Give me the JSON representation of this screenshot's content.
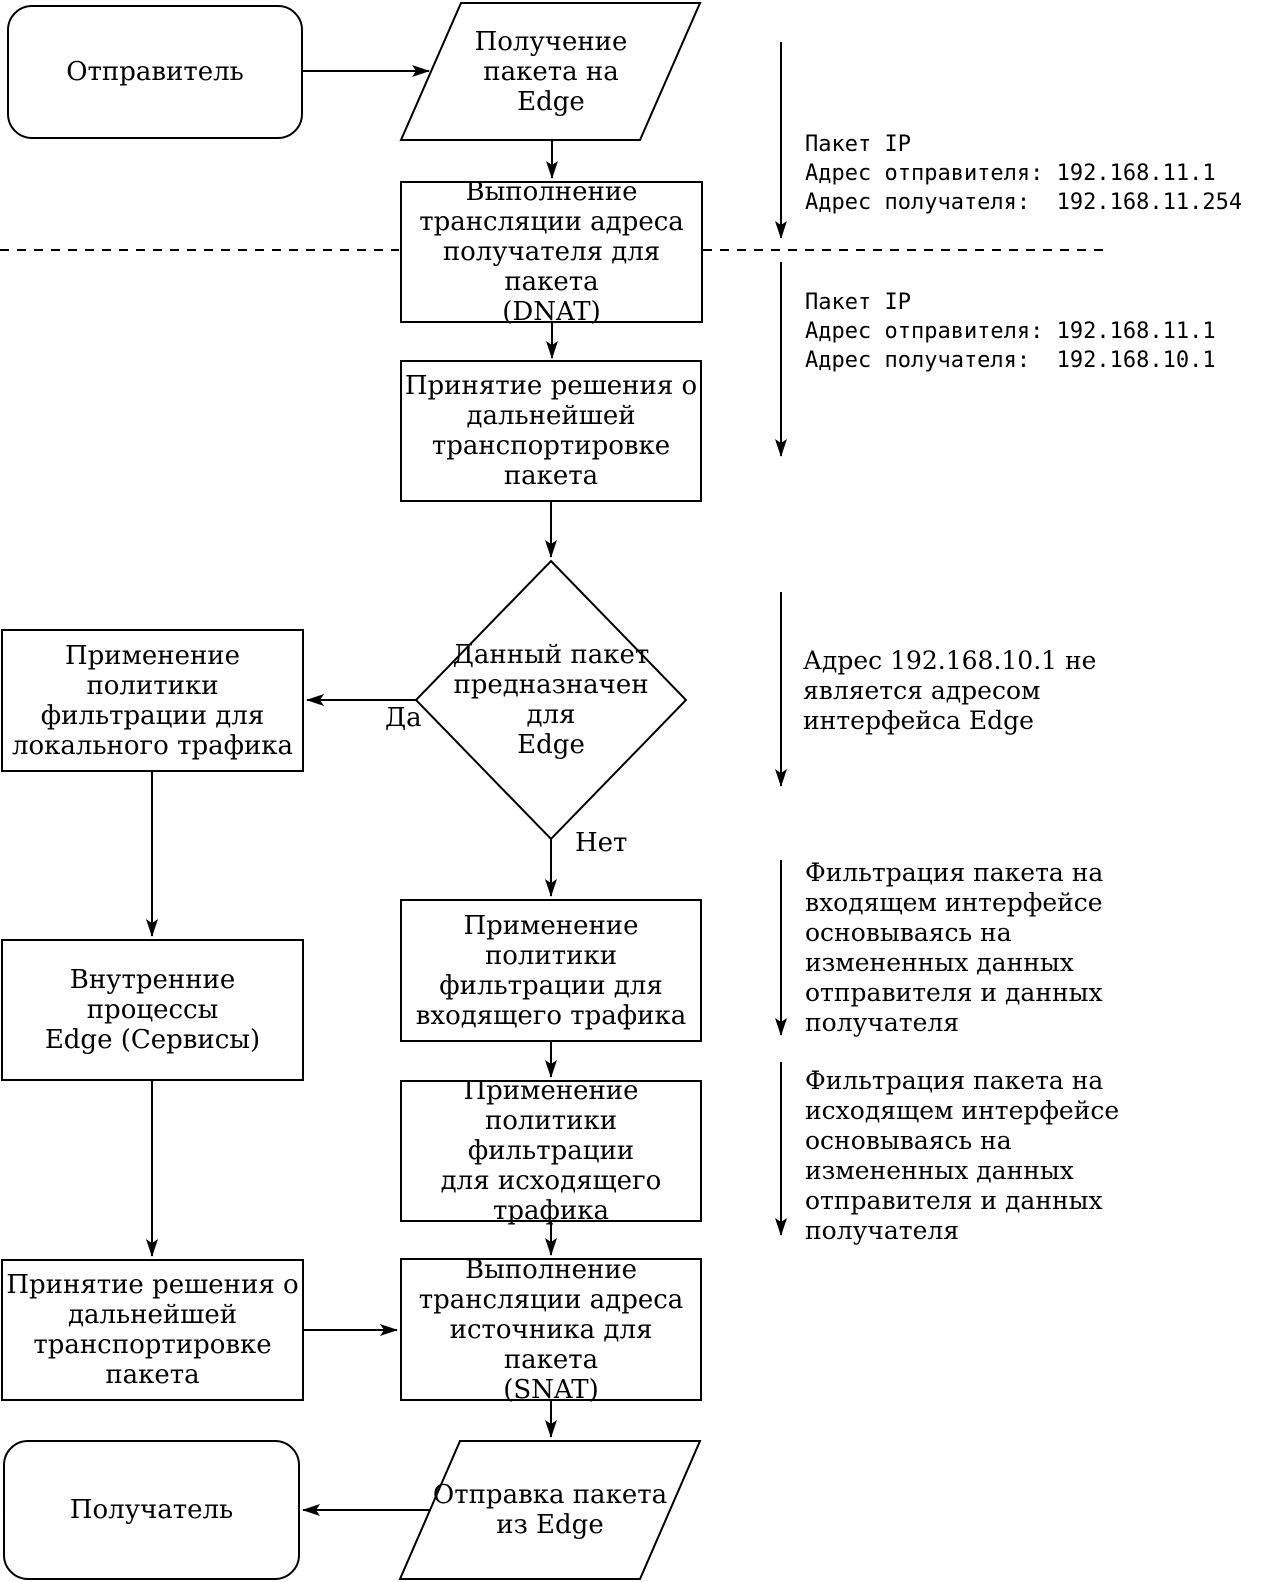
{
  "canvas": {
    "background": "#ffffff",
    "stroke_color": "#000000"
  },
  "nodes": {
    "sender": {
      "shape": "rounded-rect",
      "label": "Отправитель"
    },
    "receive_packet": {
      "shape": "parallelogram",
      "label": "Получение\nпакета на\nEdge"
    },
    "dnat": {
      "shape": "rect",
      "label": "Выполнение\nтрансляции адреса\nполучателя для пакета\n(DNAT)"
    },
    "routing_decision_top": {
      "shape": "rect",
      "label": "Принятие решения о\nдальнейшей\nтранспортировке\nпакета"
    },
    "decision_for_edge": {
      "shape": "diamond",
      "label": "Данный пакет\nпредназначен для\nEdge"
    },
    "local_traffic_filter": {
      "shape": "rect",
      "label": "Применение политики\nфильтрации для\nлокального трафика"
    },
    "internal_services": {
      "shape": "rect",
      "label": "Внутренние процессы\nEdge (Сервисы)"
    },
    "inbound_traffic_filter": {
      "shape": "rect",
      "label": "Применение политики\nфильтрации для\nвходящего трафика"
    },
    "outbound_traffic_filter": {
      "shape": "rect",
      "label": "Применение политики\nфильтрации\nдля исходящего\nтрафика"
    },
    "routing_decision_bottom": {
      "shape": "rect",
      "label": "Принятие решения о\nдальнейшей\nтранспортировке\nпакета"
    },
    "snat": {
      "shape": "rect",
      "label": "Выполнение\nтрансляции адреса\nисточника для пакета\n(SNAT)"
    },
    "send_packet": {
      "shape": "parallelogram",
      "label": "Отправка пакета\nиз Edge"
    },
    "receiver": {
      "shape": "rounded-rect",
      "label": "Получатель"
    }
  },
  "edge_labels": {
    "yes": "Да",
    "no": "Нет"
  },
  "annotations": {
    "packet_before_dnat": "Пакет IP\nАдрес отправителя: 192.168.11.1\nАдрес получателя:  192.168.11.254",
    "packet_after_dnat": "Пакет IP\nАдрес отправителя: 192.168.11.1\nАдрес получателя:  192.168.10.1",
    "not_edge_interface": "Адрес 192.168.10.1 не\nявляется адресом\nинтерфейса Edge",
    "inbound_filter_note": "Фильтрация пакета на\nвходящем интерфейсе\nосновываясь на\nизмененных данных\nотправителя и данных\nполучателя",
    "outbound_filter_note": "Фильтрация пакета на\nисходящем интерфейсе\nосновываясь на\nизмененных данных\nотправителя и данных\nполучателя"
  }
}
